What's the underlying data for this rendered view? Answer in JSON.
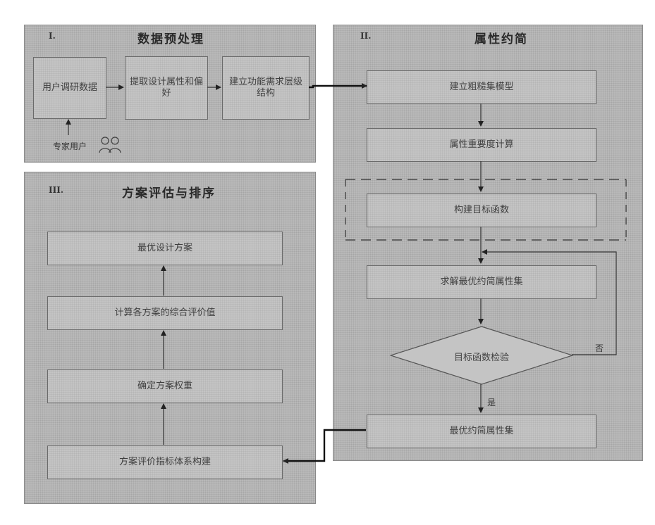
{
  "panels": {
    "preprocessing": {
      "numeral": "I.",
      "title": "数据预处理",
      "nodes": [
        "用户调研数据",
        "提取设计属性和偏好",
        "建立功能需求层级结构"
      ],
      "source_label": "专家用户"
    },
    "attribute_reduction": {
      "numeral": "II.",
      "title": "属性约简",
      "nodes": [
        "建立粗糙集模型",
        "属性重要度计算",
        "构建目标函数",
        "求解最优约简属性集",
        "目标函数检验",
        "最优约简属性集"
      ],
      "decision_yes": "是",
      "decision_no": "否"
    },
    "evaluation": {
      "numeral": "III.",
      "title": "方案评估与排序",
      "nodes": [
        "最优设计方案",
        "计算各方案的综合评价值",
        "确定方案权重",
        "方案评价指标体系构建"
      ]
    }
  },
  "colors": {
    "panel_fill": "#b9b9b9",
    "box_fill": "#c4c4c4",
    "line": "#222222"
  }
}
